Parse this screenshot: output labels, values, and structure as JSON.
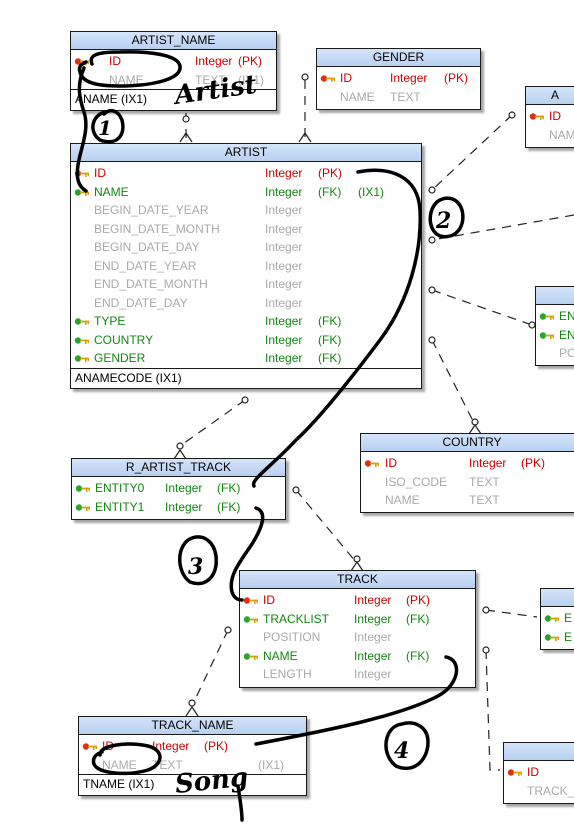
{
  "tables": [
    {
      "id": "artist_name",
      "title": "ARTIST_NAME",
      "columns": [
        {
          "name": "ID",
          "type": "Integer",
          "key": "(PK)",
          "kind": "pk"
        },
        {
          "name": "NAME",
          "type": "TEXT",
          "key": "",
          "idx": "(IX1)",
          "kind": "reg"
        }
      ],
      "index": "ANAME (IX1)"
    },
    {
      "id": "gender",
      "title": "GENDER",
      "columns": [
        {
          "name": "ID",
          "type": "Integer",
          "key": "(PK)",
          "kind": "pk"
        },
        {
          "name": "NAME",
          "type": "TEXT",
          "key": "",
          "kind": "reg"
        }
      ]
    },
    {
      "id": "a_partial",
      "title": "A",
      "columns": [
        {
          "name": "ID",
          "type": "",
          "key": "",
          "kind": "pk"
        },
        {
          "name": "NAM",
          "type": "",
          "key": "",
          "kind": "reg"
        }
      ]
    },
    {
      "id": "artist",
      "title": "ARTIST",
      "columns": [
        {
          "name": "ID",
          "type": "Integer",
          "key": "(PK)",
          "kind": "pk"
        },
        {
          "name": "NAME",
          "type": "Integer",
          "key": "(FK)",
          "idx": "(IX1)",
          "kind": "fk"
        },
        {
          "name": "BEGIN_DATE_YEAR",
          "type": "Integer",
          "key": "",
          "kind": "reg"
        },
        {
          "name": "BEGIN_DATE_MONTH",
          "type": "Integer",
          "key": "",
          "kind": "reg"
        },
        {
          "name": "BEGIN_DATE_DAY",
          "type": "Integer",
          "key": "",
          "kind": "reg"
        },
        {
          "name": "END_DATE_YEAR",
          "type": "Integer",
          "key": "",
          "kind": "reg"
        },
        {
          "name": "END_DATE_MONTH",
          "type": "Integer",
          "key": "",
          "kind": "reg"
        },
        {
          "name": "END_DATE_DAY",
          "type": "Integer",
          "key": "",
          "kind": "reg"
        },
        {
          "name": "TYPE",
          "type": "Integer",
          "key": "(FK)",
          "kind": "fk"
        },
        {
          "name": "COUNTRY",
          "type": "Integer",
          "key": "(FK)",
          "kind": "fk"
        },
        {
          "name": "GENDER",
          "type": "Integer",
          "key": "(FK)",
          "kind": "fk"
        }
      ],
      "index": "ANAMECODE (IX1)"
    },
    {
      "id": "e_partial",
      "title": "",
      "columns": [
        {
          "name": "EN",
          "type": "",
          "key": "",
          "kind": "fk"
        },
        {
          "name": "EN",
          "type": "",
          "key": "",
          "kind": "fk"
        },
        {
          "name": "PO",
          "type": "",
          "key": "",
          "kind": "reg"
        }
      ]
    },
    {
      "id": "r_artist_track",
      "title": "R_ARTIST_TRACK",
      "columns": [
        {
          "name": "ENTITY0",
          "type": "Integer",
          "key": "(FK)",
          "kind": "fk"
        },
        {
          "name": "ENTITY1",
          "type": "Integer",
          "key": "(FK)",
          "kind": "fk"
        }
      ]
    },
    {
      "id": "country",
      "title": "COUNTRY",
      "columns": [
        {
          "name": "ID",
          "type": "Integer",
          "key": "(PK)",
          "kind": "pk"
        },
        {
          "name": "ISO_CODE",
          "type": "TEXT",
          "key": "",
          "kind": "reg"
        },
        {
          "name": "NAME",
          "type": "TEXT",
          "key": "",
          "kind": "reg"
        }
      ]
    },
    {
      "id": "track",
      "title": "TRACK",
      "columns": [
        {
          "name": "ID",
          "type": "Integer",
          "key": "(PK)",
          "kind": "pk"
        },
        {
          "name": "TRACKLIST",
          "type": "Integer",
          "key": "(FK)",
          "kind": "fk"
        },
        {
          "name": "POSITION",
          "type": "Integer",
          "key": "",
          "kind": "reg"
        },
        {
          "name": "NAME",
          "type": "Integer",
          "key": "(FK)",
          "kind": "fk"
        },
        {
          "name": "LENGTH",
          "type": "Integer",
          "key": "",
          "kind": "reg"
        }
      ]
    },
    {
      "id": "e2_partial",
      "title": "",
      "columns": [
        {
          "name": "E",
          "type": "",
          "key": "",
          "kind": "fk"
        },
        {
          "name": "E",
          "type": "",
          "key": "",
          "kind": "fk"
        }
      ]
    },
    {
      "id": "track_name",
      "title": "TRACK_NAME",
      "columns": [
        {
          "name": "ID",
          "type": "Integer",
          "key": "(PK)",
          "kind": "pk"
        },
        {
          "name": "NAME",
          "type": "TEXT",
          "key": "",
          "idx": "(IX1)",
          "kind": "reg"
        }
      ],
      "index": "TNAME (IX1)"
    },
    {
      "id": "tl_partial",
      "title": "",
      "columns": [
        {
          "name": "ID",
          "type": "",
          "key": "",
          "kind": "pk"
        },
        {
          "name": "TRACK_",
          "type": "",
          "key": "",
          "kind": "reg"
        }
      ]
    }
  ],
  "annotations": {
    "artist": "Artist",
    "song": "Song",
    "n1": "1",
    "n2": "2",
    "n3": "3",
    "n4": "4"
  },
  "colors": {
    "pk": "#cc0000",
    "fk": "#118811",
    "regular": "#aaaaaa",
    "header": "#c6daf5",
    "ink": "#000000"
  }
}
